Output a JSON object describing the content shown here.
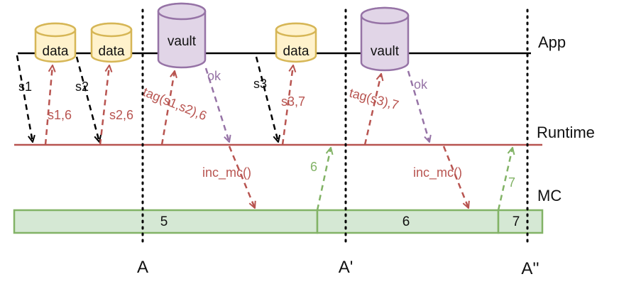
{
  "lanes": {
    "app": "App",
    "runtime": "Runtime",
    "mc": "MC"
  },
  "stores": {
    "data": "data",
    "vault": "vault"
  },
  "arrows": {
    "s1": "s1",
    "s1_6": "s1,6",
    "s2": "s2",
    "s2_6": "s2,6",
    "tag_s1_s2_6": "tag(s1,s2),6",
    "ok_1": "ok",
    "inc_mc_1": "inc_mc()",
    "s3": "s3",
    "s3_7": "s3,7",
    "six_back": "6",
    "tag_s3_7": "tag(s3),7",
    "ok_2": "ok",
    "inc_mc_2": "inc_mc()",
    "seven_back": "7"
  },
  "counter": {
    "seg1": "5",
    "seg2": "6",
    "seg3": "7"
  },
  "markers": {
    "a": "A",
    "a_prime": "A'",
    "a_double_prime": "A''"
  },
  "colors": {
    "app_line": "#000000",
    "runtime_line": "#b85450",
    "data_fill": "#fff2cc",
    "data_stroke": "#d6b656",
    "vault_fill": "#e1d5e7",
    "vault_stroke": "#9673a6",
    "counter_fill": "#d5e8d4",
    "counter_stroke": "#82b366"
  }
}
